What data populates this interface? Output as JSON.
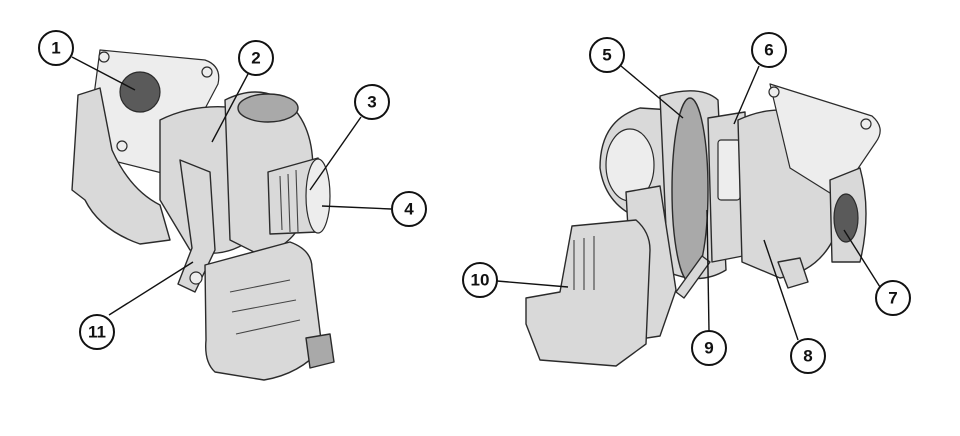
{
  "diagram": {
    "callouts": [
      {
        "label": "1"
      },
      {
        "label": "2"
      },
      {
        "label": "3"
      },
      {
        "label": "4"
      },
      {
        "label": "5"
      },
      {
        "label": "6"
      },
      {
        "label": "7"
      },
      {
        "label": "8"
      },
      {
        "label": "9"
      },
      {
        "label": "10"
      },
      {
        "label": "11"
      }
    ]
  },
  "colors": {
    "line": "#111111",
    "part_fill": "#d9d9d9",
    "part_shadow": "#a9a9a9",
    "background": "#ffffff"
  }
}
